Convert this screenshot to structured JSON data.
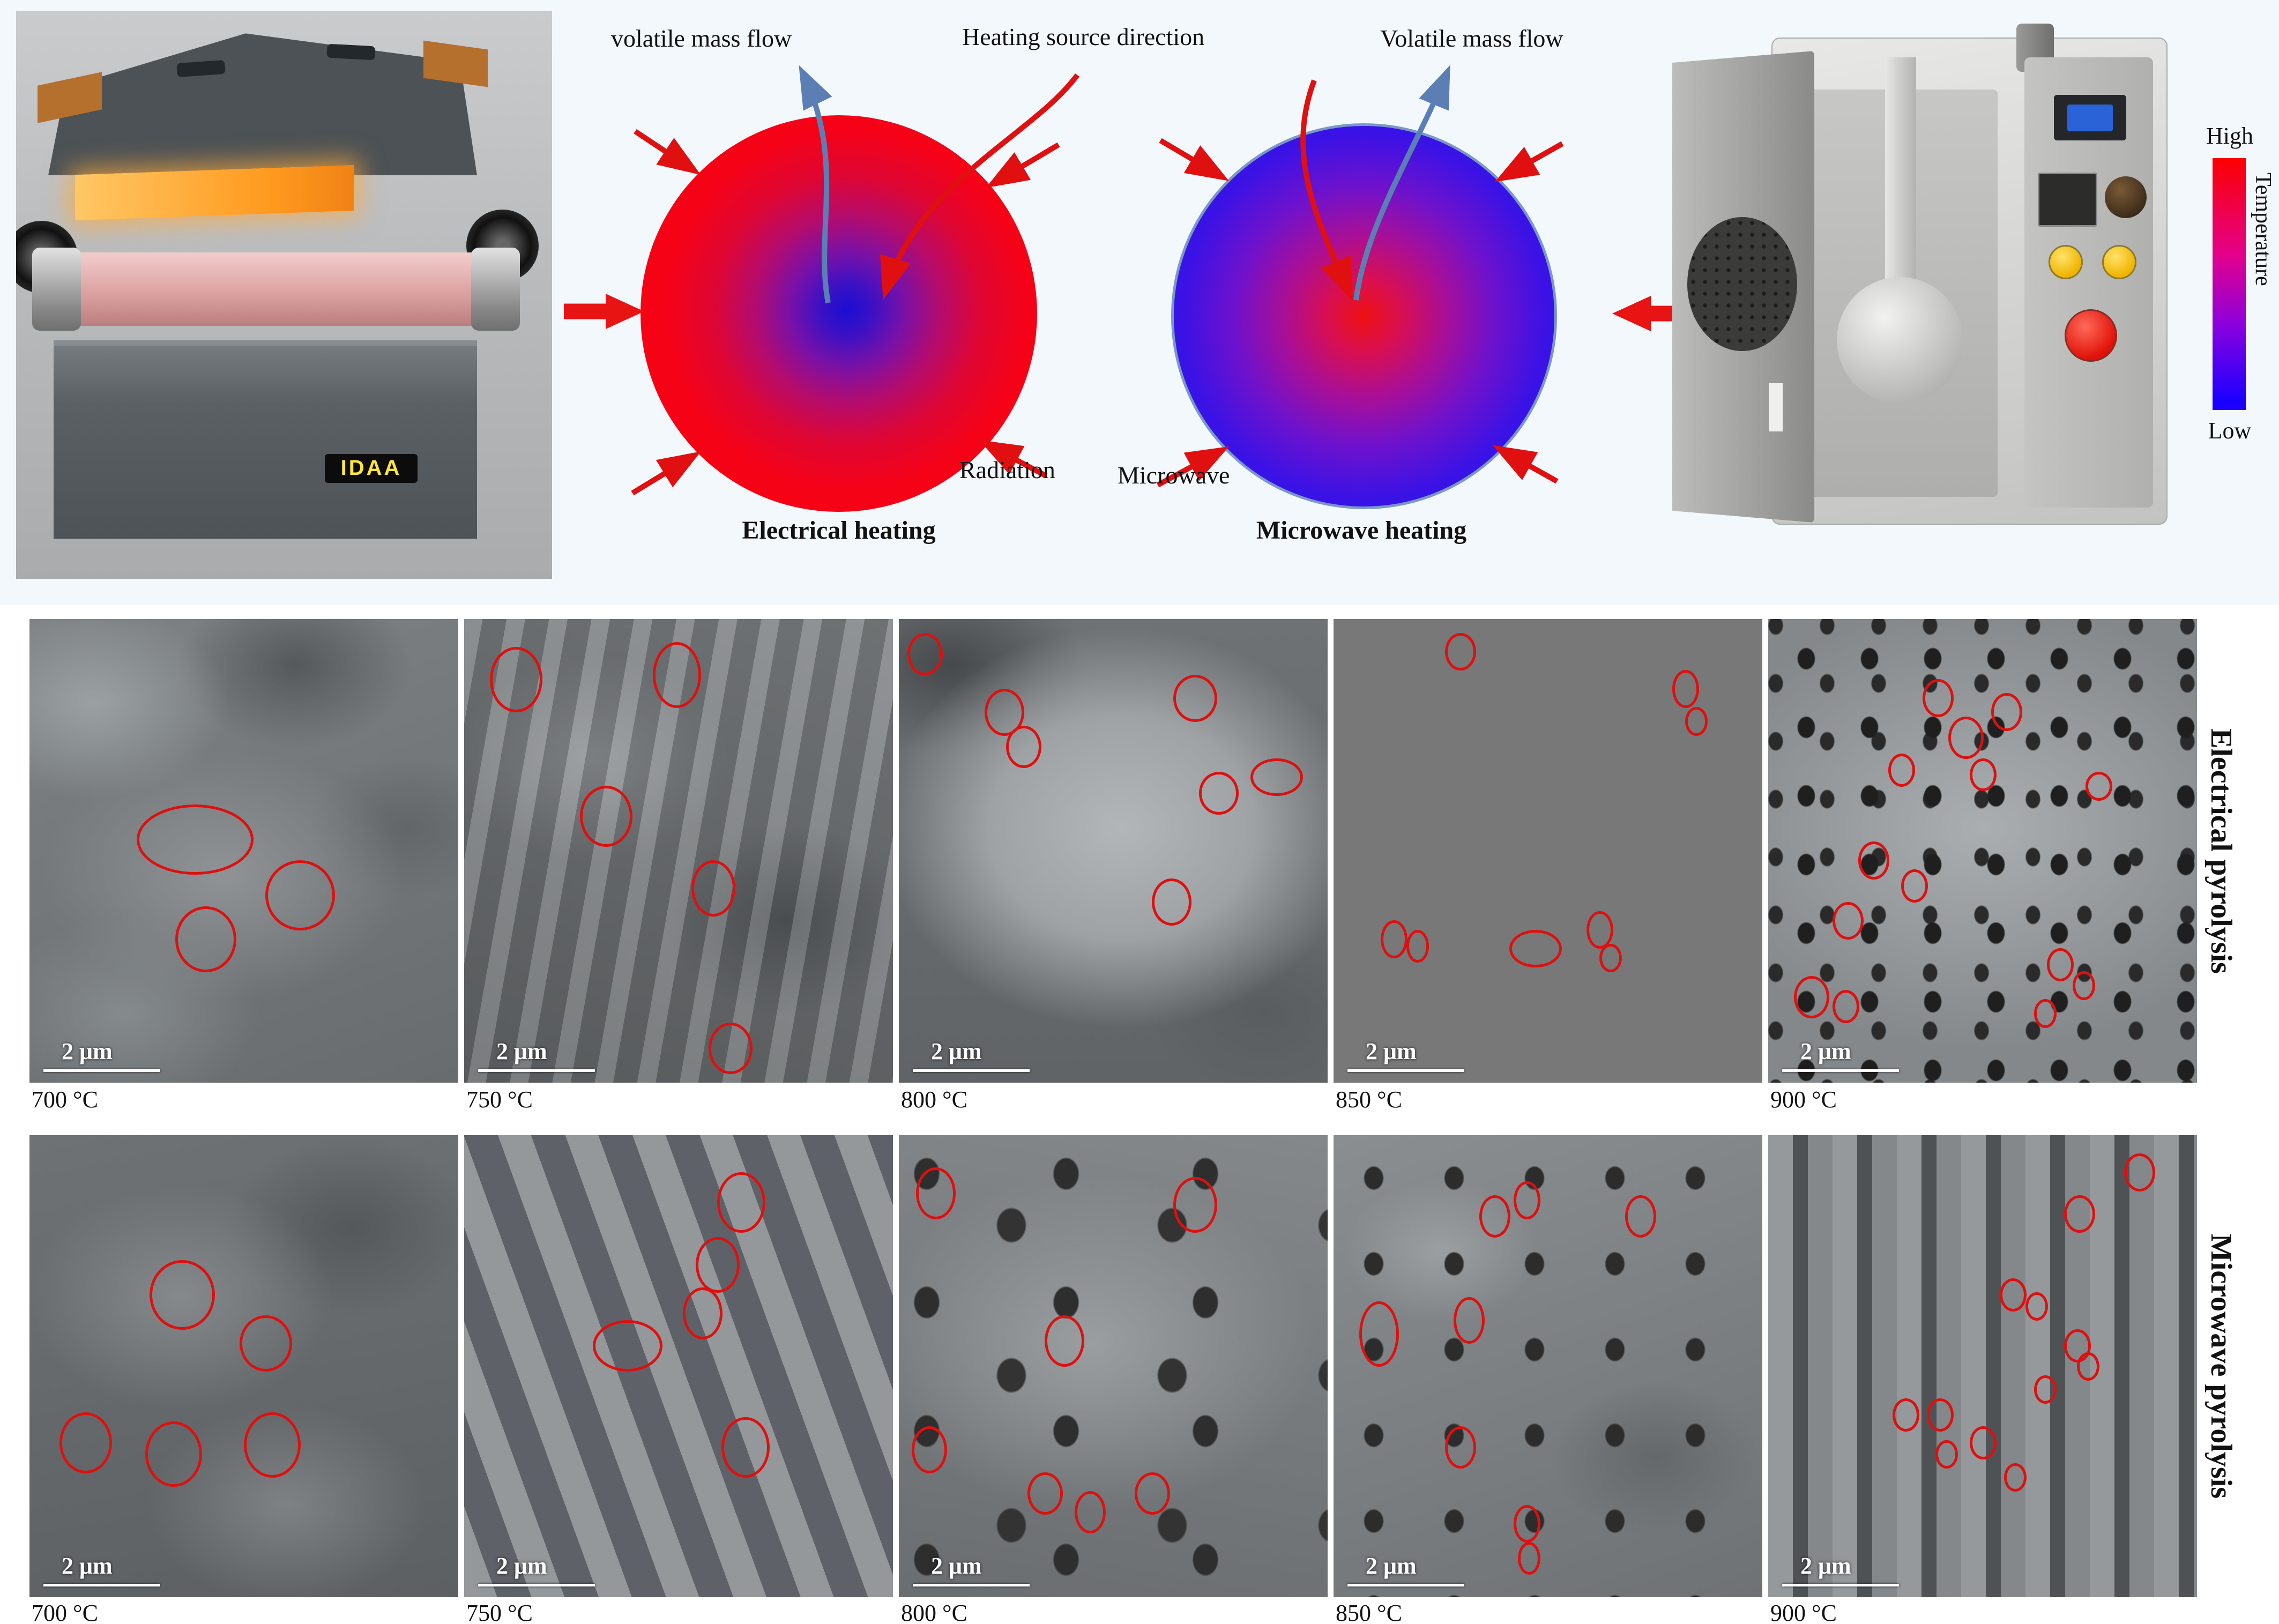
{
  "colors": {
    "accent_red": "#e81414",
    "arrow_blue": "#5b7fb4"
  },
  "equipment": {
    "furnace_badge": "IDAA"
  },
  "diagram": {
    "volatile_left": "volatile mass flow",
    "heating_source": "Heating source direction",
    "volatile_right": "Volatile mass flow",
    "radiation": "Radiation",
    "microwave": "Microwave",
    "electrical_caption": "Electrical heating",
    "microwave_caption": "Microwave heating",
    "colorbar": {
      "high": "High",
      "low": "Low",
      "axis": "Temperature"
    }
  },
  "sem": {
    "scale_label": "2 μm",
    "rows": [
      {
        "label": "Electrical pyrolysis",
        "panels": [
          {
            "temp": "700 °C",
            "circles": [
              [
                25,
                40,
                26,
                14
              ],
              [
                55,
                52,
                15,
                14
              ],
              [
                34,
                62,
                13,
                13
              ]
            ]
          },
          {
            "temp": "750 °C",
            "circles": [
              [
                6,
                6,
                11,
                13
              ],
              [
                44,
                5,
                10,
                13
              ],
              [
                27,
                36,
                11,
                12
              ],
              [
                53,
                52,
                9,
                11
              ],
              [
                57,
                87,
                9,
                10
              ]
            ]
          },
          {
            "temp": "800 °C",
            "circles": [
              [
                2,
                3,
                7,
                8
              ],
              [
                20,
                15,
                8,
                9
              ],
              [
                25,
                23,
                7,
                8
              ],
              [
                64,
                12,
                9,
                9
              ],
              [
                70,
                33,
                8,
                8
              ],
              [
                82,
                30,
                11,
                7
              ],
              [
                59,
                56,
                8,
                9
              ]
            ]
          },
          {
            "temp": "850 °C",
            "circles": [
              [
                26,
                3,
                6,
                7
              ],
              [
                79,
                11,
                5,
                7
              ],
              [
                82,
                19,
                4,
                5
              ],
              [
                11,
                65,
                5,
                7
              ],
              [
                17,
                67,
                4,
                6
              ],
              [
                41,
                67,
                11,
                7
              ],
              [
                59,
                63,
                5,
                7
              ],
              [
                62,
                70,
                4,
                5
              ]
            ]
          },
          {
            "temp": "900 °C",
            "circles": [
              [
                36,
                13,
                6,
                7
              ],
              [
                42,
                21,
                7,
                8
              ],
              [
                52,
                16,
                6,
                7
              ],
              [
                28,
                29,
                5,
                6
              ],
              [
                47,
                30,
                5,
                6
              ],
              [
                74,
                33,
                5,
                5
              ],
              [
                21,
                48,
                6,
                7
              ],
              [
                31,
                54,
                5,
                6
              ],
              [
                15,
                61,
                6,
                7
              ],
              [
                6,
                77,
                7,
                8
              ],
              [
                15,
                80,
                5,
                6
              ],
              [
                65,
                71,
                5,
                6
              ],
              [
                71,
                76,
                4,
                5
              ],
              [
                62,
                82,
                4,
                5
              ]
            ]
          }
        ]
      },
      {
        "label": "Microwave pyrolysis",
        "panels": [
          {
            "temp": "700 °C",
            "circles": [
              [
                28,
                27,
                14,
                14
              ],
              [
                49,
                39,
                11,
                11
              ],
              [
                7,
                60,
                11,
                12
              ],
              [
                27,
                62,
                12,
                13
              ],
              [
                50,
                60,
                12,
                13
              ]
            ]
          },
          {
            "temp": "750 °C",
            "circles": [
              [
                59,
                8,
                10,
                12
              ],
              [
                54,
                22,
                9,
                11
              ],
              [
                51,
                33,
                8,
                10
              ],
              [
                30,
                40,
                15,
                10
              ],
              [
                60,
                61,
                10,
                12
              ]
            ]
          },
          {
            "temp": "800 °C",
            "circles": [
              [
                4,
                7,
                8,
                10
              ],
              [
                64,
                9,
                9,
                11
              ],
              [
                34,
                39,
                8,
                10
              ],
              [
                3,
                63,
                7,
                9
              ],
              [
                30,
                73,
                7,
                8
              ],
              [
                41,
                77,
                6,
                8
              ],
              [
                55,
                73,
                7,
                8
              ]
            ]
          },
          {
            "temp": "850 °C",
            "circles": [
              [
                34,
                13,
                6,
                8
              ],
              [
                42,
                10,
                5,
                7
              ],
              [
                68,
                13,
                6,
                8
              ],
              [
                6,
                36,
                8,
                13
              ],
              [
                28,
                35,
                6,
                9
              ],
              [
                26,
                63,
                6,
                8
              ],
              [
                42,
                80,
                5,
                7
              ],
              [
                43,
                88,
                4,
                6
              ]
            ]
          },
          {
            "temp": "900 °C",
            "circles": [
              [
                83,
                4,
                6,
                7
              ],
              [
                69,
                13,
                6,
                7
              ],
              [
                54,
                31,
                5,
                6
              ],
              [
                60,
                34,
                4,
                5
              ],
              [
                69,
                42,
                5,
                6
              ],
              [
                72,
                47,
                4,
                5
              ],
              [
                29,
                57,
                5,
                6
              ],
              [
                37,
                57,
                5,
                6
              ],
              [
                47,
                63,
                5,
                6
              ],
              [
                39,
                66,
                4,
                5
              ],
              [
                62,
                52,
                4,
                5
              ],
              [
                55,
                71,
                4,
                5
              ]
            ]
          }
        ]
      }
    ]
  }
}
